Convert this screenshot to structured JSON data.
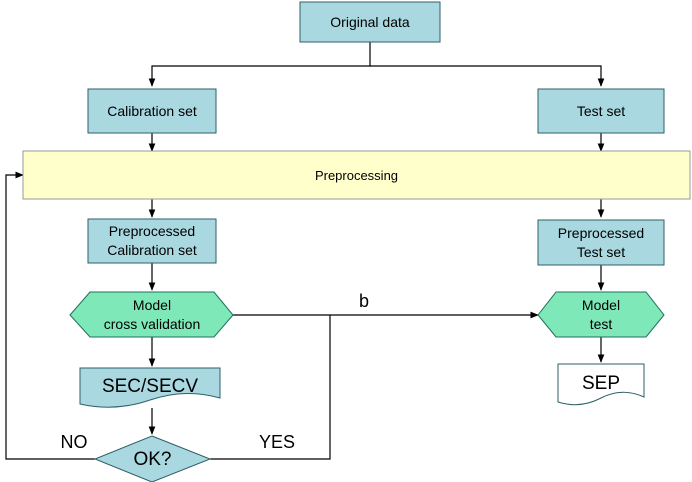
{
  "diagram": {
    "nodes": {
      "original_data": "Original data",
      "calibration_set": "Calibration set",
      "test_set": "Test set",
      "preprocessing": "Preprocessing",
      "preprocessed_calibration_set": "Preprocessed\nCalibration set",
      "preprocessed_test_set": "Preprocessed\nTest set",
      "model_cross_validation": "Model\ncross validation",
      "model_test": "Model\ntest",
      "sec_secv": "SEC/SECV",
      "sep": "SEP",
      "ok": "OK?"
    },
    "edge_labels": {
      "b": "b",
      "no": "NO",
      "yes": "YES"
    }
  },
  "colors": {
    "box_fill": "#a9d8e0",
    "box_stroke": "#2f5f68",
    "preprocessing_fill": "#ffffcc",
    "hexagon_fill": "#7fe8b8",
    "hexagon_stroke": "#1f6f5a",
    "diamond_fill": "#a9d8e0",
    "line": "#000000"
  }
}
